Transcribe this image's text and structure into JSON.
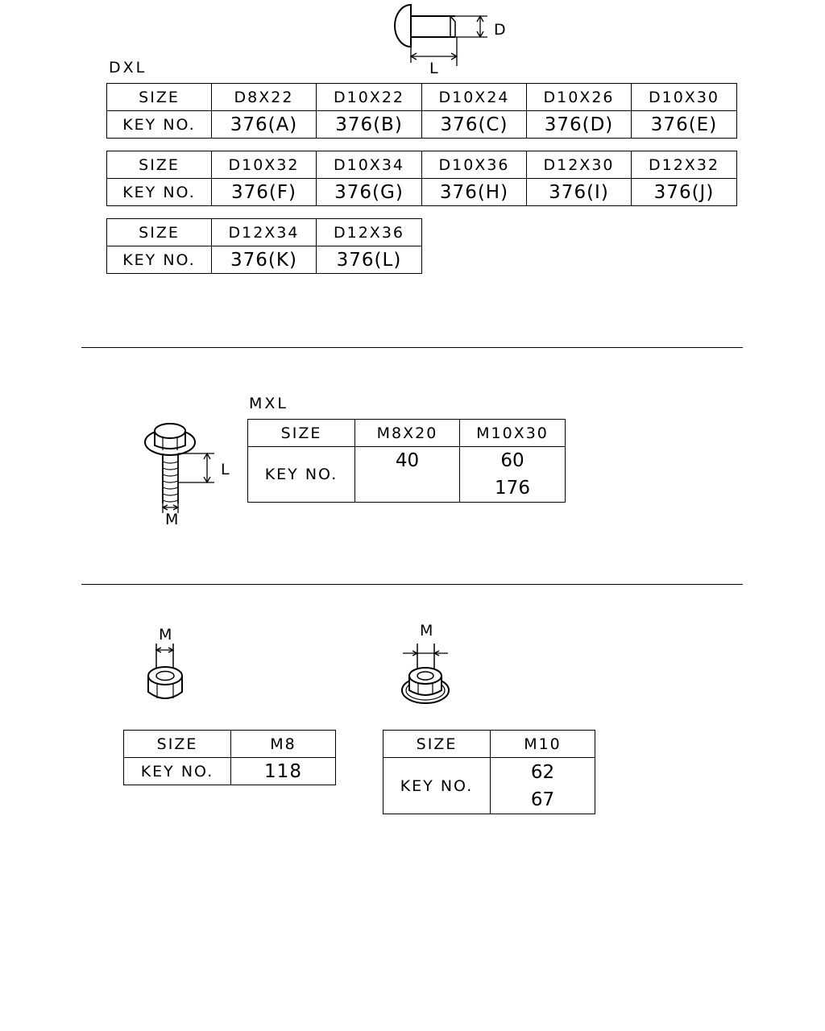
{
  "rivet_section": {
    "designation": "DXL",
    "dim_d": "D",
    "dim_l": "L",
    "tables": [
      {
        "size_label": "SIZE",
        "key_label": "KEY NO.",
        "sizes": [
          "D8X22",
          "D10X22",
          "D10X24",
          "D10X26",
          "D10X30"
        ],
        "keys": [
          "376(A)",
          "376(B)",
          "376(C)",
          "376(D)",
          "376(E)"
        ]
      },
      {
        "size_label": "SIZE",
        "key_label": "KEY NO.",
        "sizes": [
          "D10X32",
          "D10X34",
          "D10X36",
          "D12X30",
          "D12X32"
        ],
        "keys": [
          "376(F)",
          "376(G)",
          "376(H)",
          "376(I)",
          "376(J)"
        ]
      },
      {
        "size_label": "SIZE",
        "key_label": "KEY NO.",
        "sizes": [
          "D12X34",
          "D12X36"
        ],
        "keys": [
          "376(K)",
          "376(L)"
        ]
      }
    ]
  },
  "bolt_section": {
    "designation": "MXL",
    "dim_l": "L",
    "dim_m": "M",
    "size_label": "SIZE",
    "key_label": "KEY NO.",
    "sizes": [
      "M8X20",
      "M10X30"
    ],
    "keys": [
      [
        "40"
      ],
      [
        "60",
        "176"
      ]
    ]
  },
  "nut_section": {
    "nut_m8": {
      "dim_m": "M",
      "size_label": "SIZE",
      "key_label": "KEY NO.",
      "size": "M8",
      "keys": [
        "118"
      ]
    },
    "nut_m10": {
      "dim_m": "M",
      "size_label": "SIZE",
      "key_label": "KEY NO.",
      "size": "M10",
      "keys": [
        "62",
        "67"
      ]
    }
  }
}
